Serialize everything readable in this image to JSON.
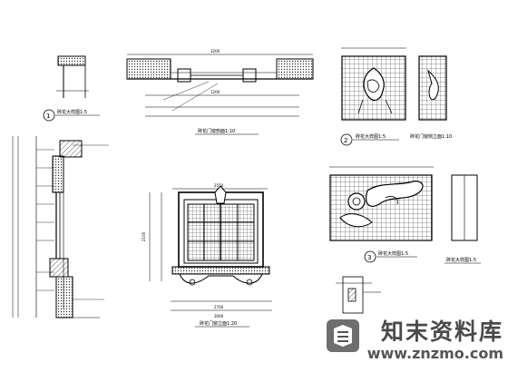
{
  "drawing": {
    "detail_1_label": "1",
    "detail_1_title": "砖花大样图1:5",
    "section_title": "砖花门窗剖面1:10",
    "detail_2_label": "2",
    "detail_2_title": "砖花大样图1:5",
    "side_title": "砖花门窗侧立面1:10",
    "detail_3_label": "3",
    "detail_3_title": "砖花大样图1:5",
    "frame_title": "砖花大样图1:5",
    "elevation_title": "砖花门窗立面1:20",
    "dim_top": "3200",
    "dim_top2": "2550",
    "dim_mid": "1200",
    "dim_left": "2100",
    "dim_bottom": "2700",
    "dim_bottom2": "3000"
  },
  "watermark": {
    "brand": "知末资料库",
    "url": "www.znzmo.com"
  }
}
